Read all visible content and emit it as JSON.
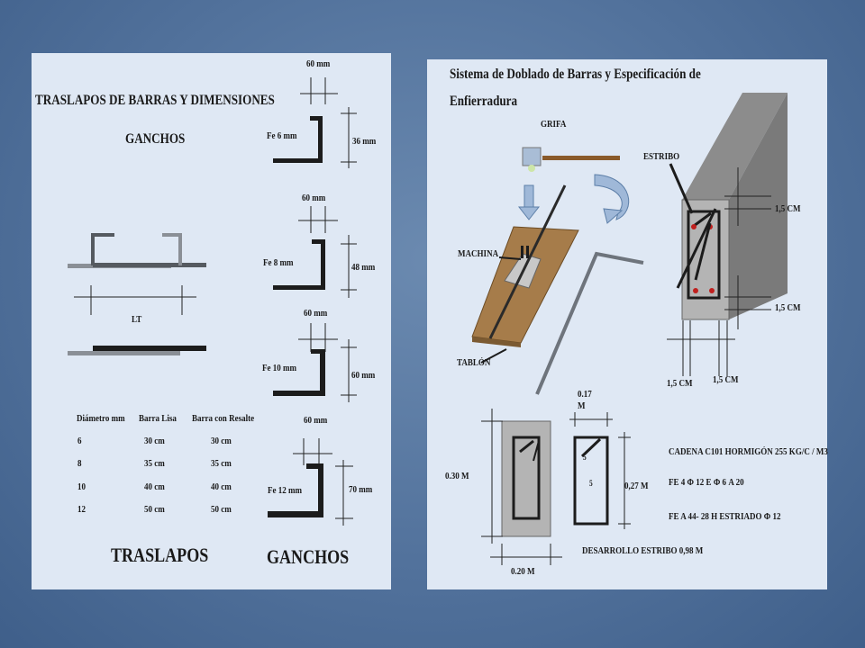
{
  "left_panel": {
    "title": "TRASLAPOS DE BARRAS  Y  DIMENSIONES",
    "ganchos_heading": "GANCHOS",
    "lt_label": "LT",
    "table": {
      "headers": [
        "Diámetro mm",
        "Barra  Lisa",
        "Barra con Resalte"
      ],
      "rows": [
        [
          "6",
          "30  cm",
          "30  cm"
        ],
        [
          "8",
          "35  cm",
          "35  cm"
        ],
        [
          "10",
          "40  cm",
          "40  cm"
        ],
        [
          "12",
          "50  cm",
          "50  cm"
        ]
      ]
    },
    "traslapos_caption": "TRASLAPOS",
    "ganchos_caption": "GANCHOS",
    "hooks": [
      {
        "width_label": "60 mm",
        "bar_label": "Fe 6  mm",
        "height_label": "36 mm"
      },
      {
        "width_label": "60 mm",
        "bar_label": "Fe 8  mm",
        "height_label": "48  mm"
      },
      {
        "width_label": "60 mm",
        "bar_label": "Fe  10  mm",
        "height_label": "60  mm"
      },
      {
        "width_label": "60  mm",
        "bar_label": "Fe  12  mm",
        "height_label": "70  mm"
      }
    ]
  },
  "right_panel": {
    "title_line1": "Sistema de Doblado de Barras  y  Especificación de",
    "title_line2": "Enfierradura",
    "grifa": "GRIFA",
    "machina": "MACHINA",
    "tablon": "TABLÓN",
    "estribo": "ESTRIBO",
    "cover_top": "1,5  CM",
    "cover_mid": "1,5  CM",
    "cover_bottom_left": "1,5  CM",
    "cover_bottom_right": "1,5  CM",
    "section_height": "0.30  M",
    "section_width": "0.20  M",
    "stirrup_width": "0.17\nM",
    "stirrup_height": "0,27  M",
    "stirrup_dim_a": "5",
    "stirrup_dim_b": "5",
    "desarrollo": "DESARROLLO  ESTRIBO  0,98  M",
    "spec_line1": "CADENA  C101  HORMIGÓN  255 KG/C / M3",
    "spec_line2": "FE  4  Φ  12  E  Φ 6  A  20",
    "spec_line3": "FE  A 44-  28  H     ESTRIADO    Φ  12"
  },
  "colors": {
    "background": "#52729c",
    "panel": "#dfe8f4",
    "bar_dark": "#1c1c1c",
    "bar_grey": "#8a8f96",
    "concrete": "#b0b0b0",
    "column_side": "#8c8c8c",
    "wood": "#a67c4a",
    "arrow_blue": "#9fb8d8",
    "rebar_red": "#c0201e"
  }
}
